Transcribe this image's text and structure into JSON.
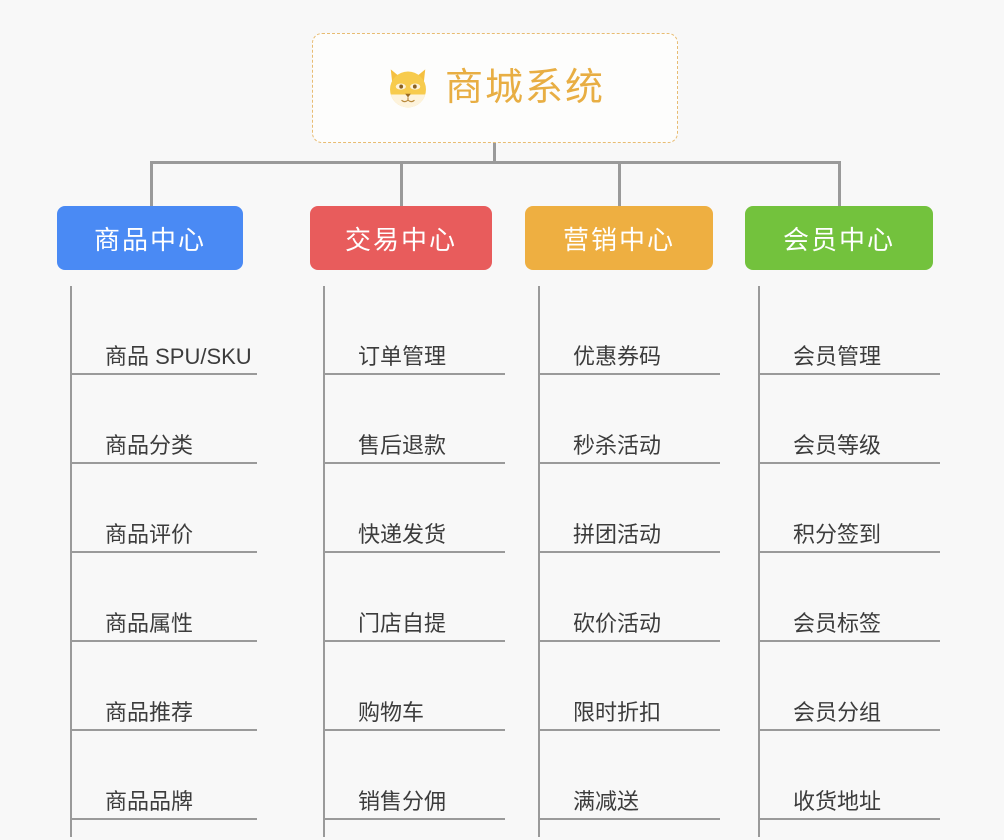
{
  "root": {
    "title": "商城系统",
    "icon": "shiba-dog-face-icon",
    "title_color": "#e8ae43",
    "border_color": "#e8bc72"
  },
  "connector_color": "#9a9a9a",
  "background_color": "#f8f8f8",
  "branches": [
    {
      "label": "商品中心",
      "color": "#4a8af4",
      "items": [
        "商品 SPU/SKU",
        "商品分类",
        "商品评价",
        "商品属性",
        "商品推荐",
        "商品品牌"
      ]
    },
    {
      "label": "交易中心",
      "color": "#e85c5c",
      "items": [
        "订单管理",
        "售后退款",
        "快递发货",
        "门店自提",
        "购物车",
        "销售分佣"
      ]
    },
    {
      "label": "营销中心",
      "color": "#eeaf41",
      "items": [
        "优惠券码",
        "秒杀活动",
        "拼团活动",
        "砍价活动",
        "限时折扣",
        "满减送"
      ]
    },
    {
      "label": "会员中心",
      "color": "#73c23d",
      "items": [
        "会员管理",
        "会员等级",
        "积分签到",
        "会员标签",
        "会员分组",
        "收货地址"
      ]
    }
  ]
}
